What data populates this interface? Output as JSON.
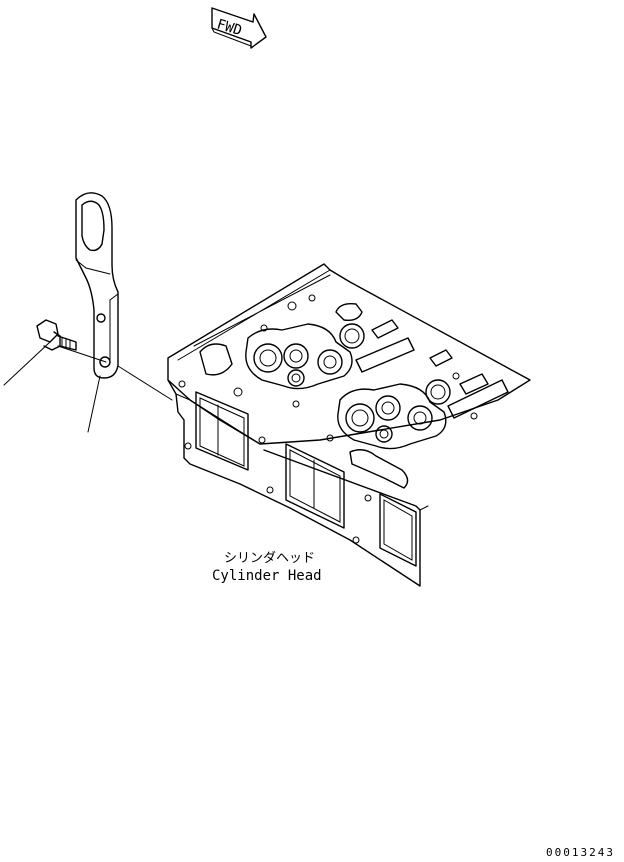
{
  "fwd_label": "FWD",
  "part_label": {
    "jp": "シリンダヘッド",
    "en": "Cylinder Head"
  },
  "drawing_number": "00013243"
}
